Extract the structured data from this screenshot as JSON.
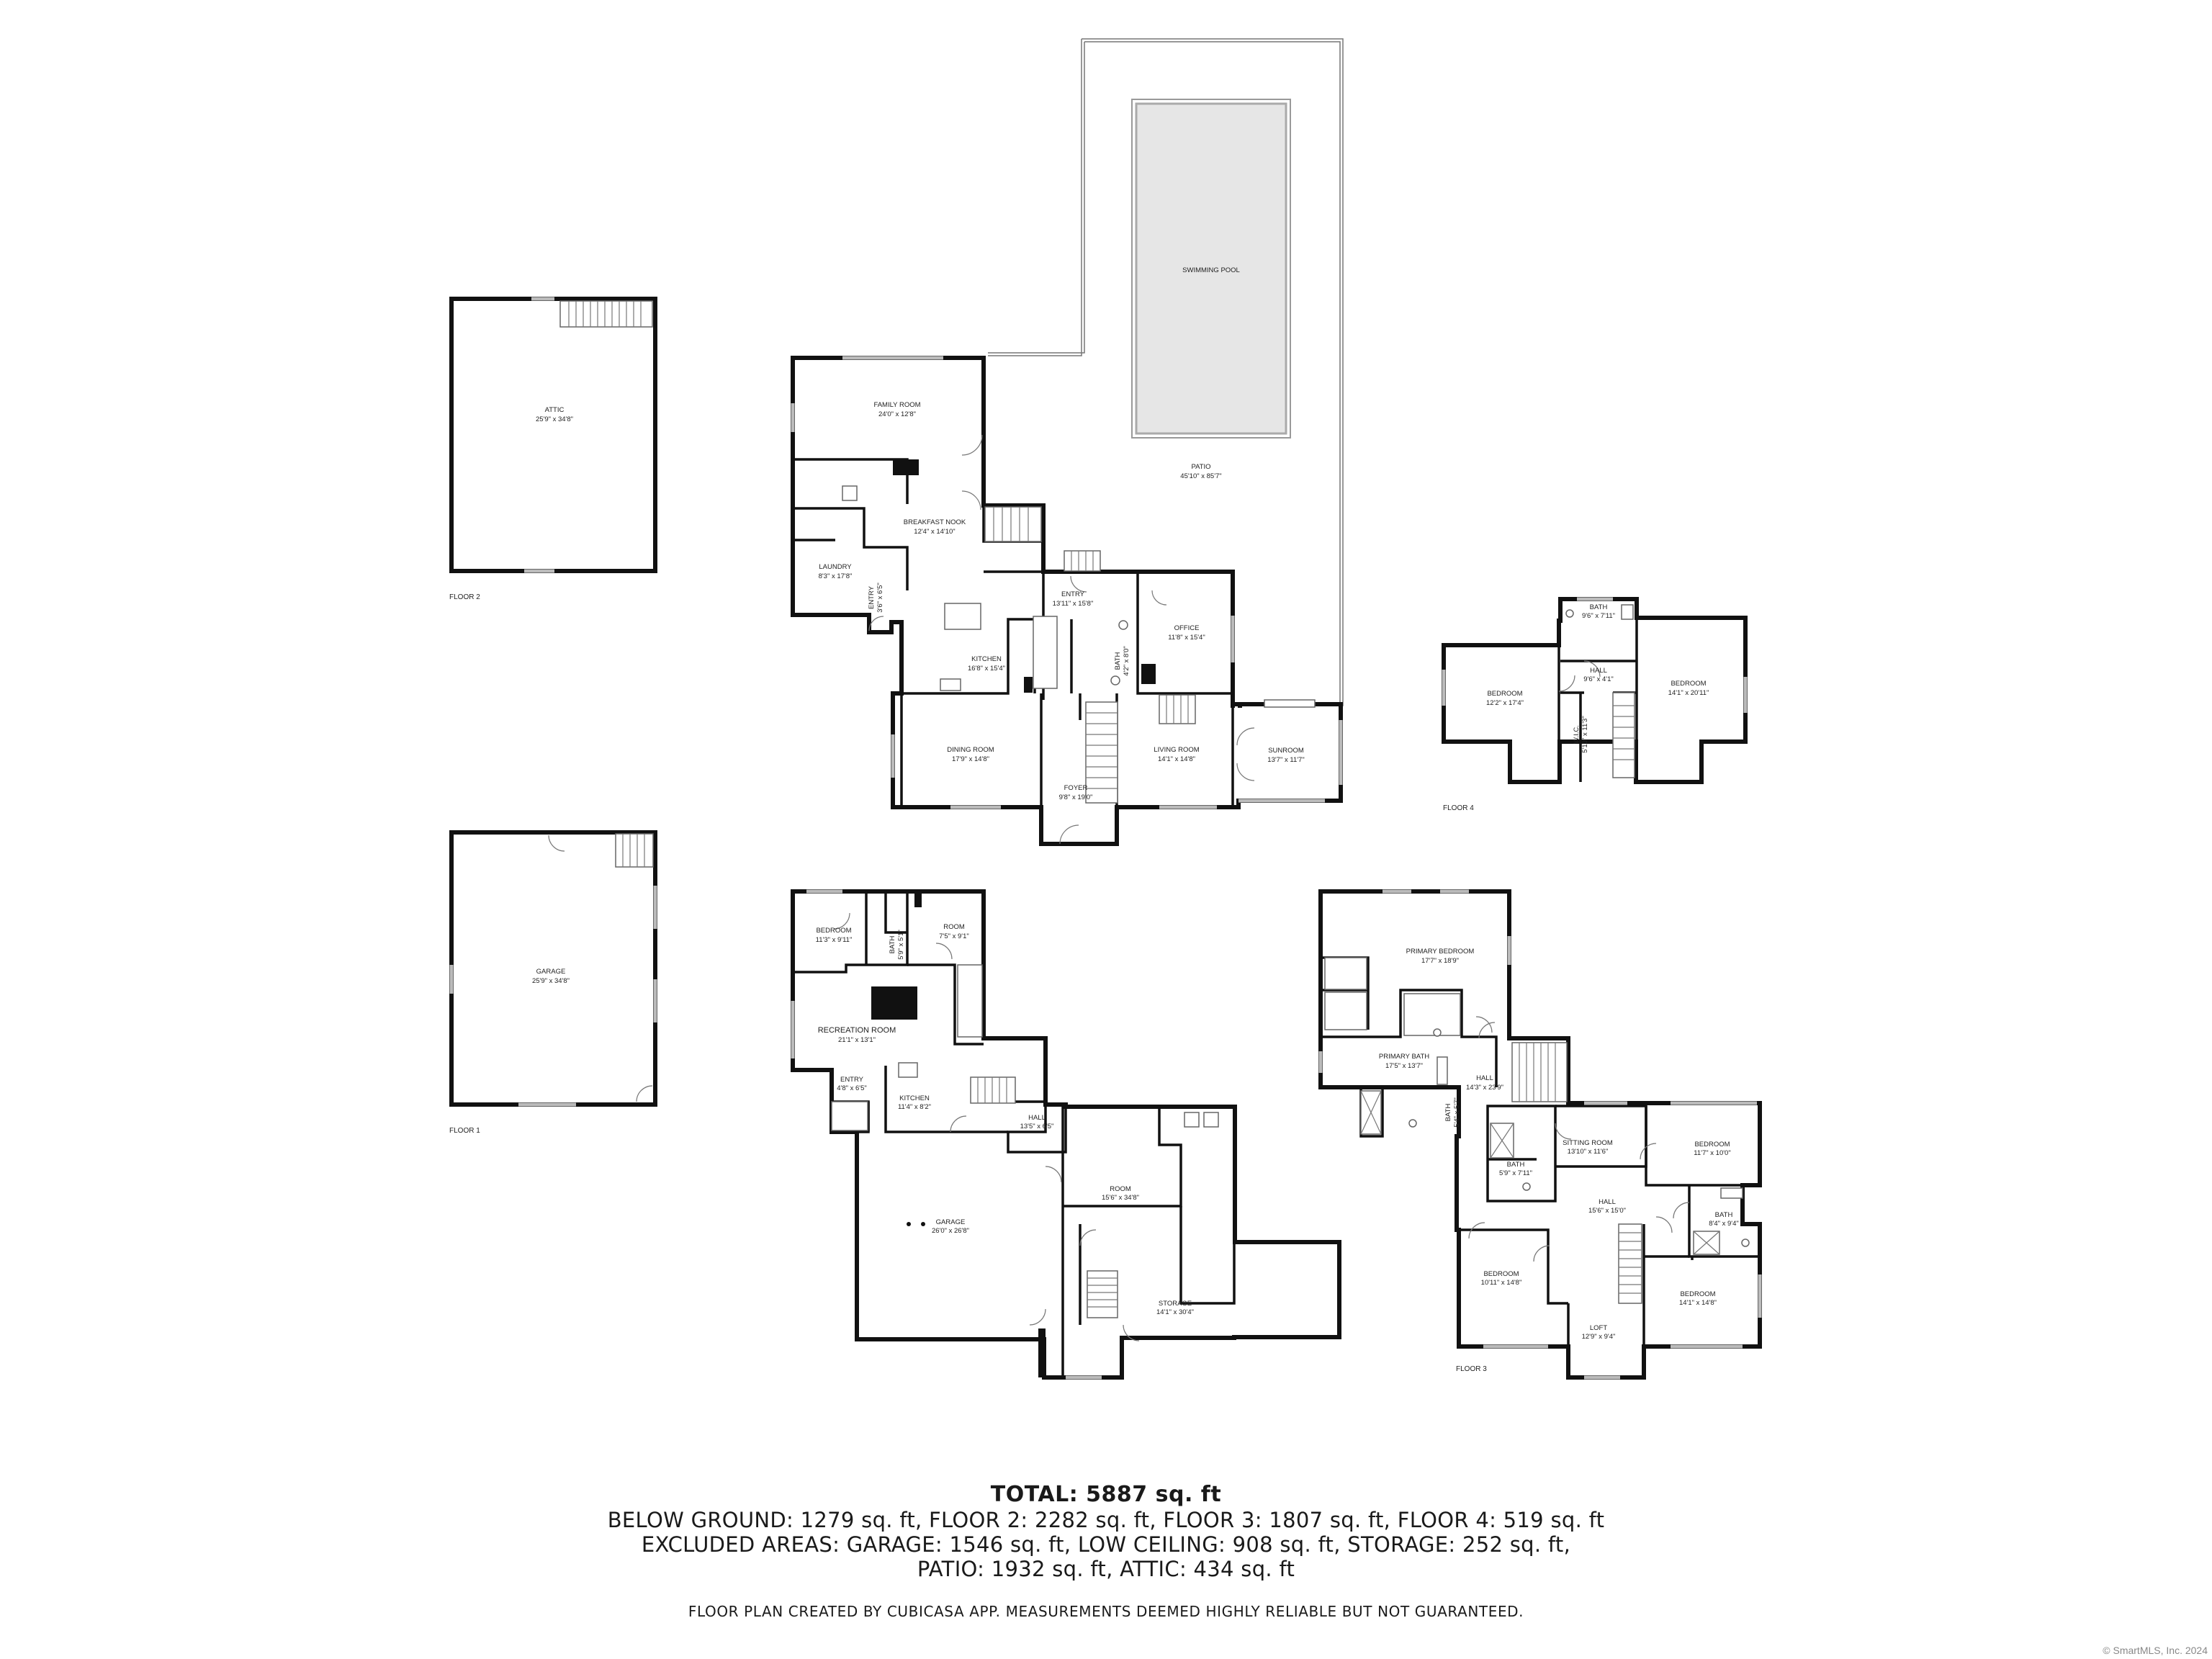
{
  "rooms": {
    "pool": "SWIMMING POOL",
    "patio": "PATIO",
    "patio_dim": "45'10\" x 85'7\"",
    "attic": "ATTIC",
    "attic_dim": "25'9\" x 34'8\"",
    "family": "FAMILY ROOM",
    "family_dim": "24'0\" x 12'8\"",
    "nook": "BREAKFAST NOOK",
    "nook_dim": "12'4\" x 14'10\"",
    "laundry": "LAUNDRY",
    "laundry_dim": "8'3\" x 17'8\"",
    "entry_small": "ENTRY",
    "entry_small_dim": "3'6\" x 6'5\"",
    "entry_main": "ENTRY",
    "entry_main_dim": "13'11\" x 15'8\"",
    "kitchen": "KITCHEN",
    "kitchen_dim": "16'8\" x 15'4\"",
    "bath_f2": "BATH",
    "bath_f2_dim": "4'2\" x 8'0\"",
    "office": "OFFICE",
    "office_dim": "11'8\" x 15'4\"",
    "dining": "DINING ROOM",
    "dining_dim": "17'9\" x 14'8\"",
    "living": "LIVING ROOM",
    "living_dim": "14'1\" x 14'8\"",
    "sunroom": "SUNROOM",
    "sunroom_dim": "13'7\" x 11'7\"",
    "foyer": "FOYER",
    "foyer_dim": "9'8\" x 19'0\"",
    "garage1": "GARAGE",
    "garage1_dim": "25'9\" x 34'8\"",
    "f4_bed1": "BEDROOM",
    "f4_bed1_dim": "12'2\" x 17'4\"",
    "f4_bath": "BATH",
    "f4_bath_dim": "9'6\" x 7'11\"",
    "f4_hall": "HALL",
    "f4_hall_dim": "9'6\" x 4'1\"",
    "f4_wic": "W.I.C.",
    "f4_wic_dim": "5'10\" x 11'3\"",
    "f4_bed2": "BEDROOM",
    "f4_bed2_dim": "14'1\" x 20'11\"",
    "b_bed": "BEDROOM",
    "b_bed_dim": "11'3\" x 9'11\"",
    "b_bath": "BATH",
    "b_bath_dim": "5'9\" x 5'1\"",
    "b_room": "ROOM",
    "b_room_dim": "7'5\" x 9'1\"",
    "rec": "RECREATION ROOM",
    "rec_dim": "21'1\" x 13'1\"",
    "b_entry": "ENTRY",
    "b_entry_dim": "4'8\" x 6'5\"",
    "b_kitchen": "KITCHEN",
    "b_kitchen_dim": "11'4\" x 8'2\"",
    "b_hall": "HALL",
    "b_hall_dim": "13'5\" x 6'5\"",
    "b_garage": "GARAGE",
    "b_garage_dim": "26'0\" x 26'8\"",
    "b_room2": "ROOM",
    "b_room2_dim": "15'6\" x 34'8\"",
    "storage": "STORAGE",
    "storage_dim": "14'1\" x 30'4\"",
    "primary_bed": "PRIMARY BEDROOM",
    "primary_bed_dim": "17'7\" x 18'9\"",
    "primary_bath": "PRIMARY BATH",
    "primary_bath_dim": "17'5\" x 13'7\"",
    "f3_hall1": "HALL",
    "f3_hall1_dim": "14'3\" x 23'9\"",
    "f3_bath_small": "BATH",
    "f3_bath_small_dim": "5'4\" x 5'7\"",
    "sitting": "SITTING ROOM",
    "sitting_dim": "13'10\" x 11'6\"",
    "f3_bed_a": "BEDROOM",
    "f3_bed_a_dim": "11'7\" x 10'0\"",
    "f3_bath2": "BATH",
    "f3_bath2_dim": "5'9\" x 7'11\"",
    "f3_hall2": "HALL",
    "f3_hall2_dim": "15'6\" x 15'0\"",
    "f3_bath3": "BATH",
    "f3_bath3_dim": "8'4\" x 9'4\"",
    "f3_bed_b": "BEDROOM",
    "f3_bed_b_dim": "10'11\" x 14'8\"",
    "f3_bed_c": "BEDROOM",
    "f3_bed_c_dim": "14'1\" x 14'8\"",
    "loft": "LOFT",
    "loft_dim": "12'9\" x 9'4\""
  },
  "floors": {
    "floor2": "FLOOR 2",
    "floor1": "FLOOR 1",
    "floor4": "FLOOR 4",
    "floor3": "FLOOR 3"
  },
  "summary": {
    "total": "TOTAL: 5887 sq. ft",
    "line1": "BELOW GROUND: 1279 sq. ft, FLOOR 2: 2282 sq. ft, FLOOR 3: 1807 sq. ft, FLOOR 4: 519 sq. ft",
    "line2": "EXCLUDED AREAS: GARAGE: 1546 sq. ft, LOW CEILING: 908 sq. ft, STORAGE: 252 sq. ft,",
    "line3": "PATIO: 1932 sq. ft, ATTIC: 434 sq. ft",
    "disclaimer": "FLOOR PLAN CREATED BY CUBICASA APP. MEASUREMENTS DEEMED HIGHLY RELIABLE BUT NOT GUARANTEED."
  },
  "copyright": "© SmartMLS, Inc. 2024"
}
